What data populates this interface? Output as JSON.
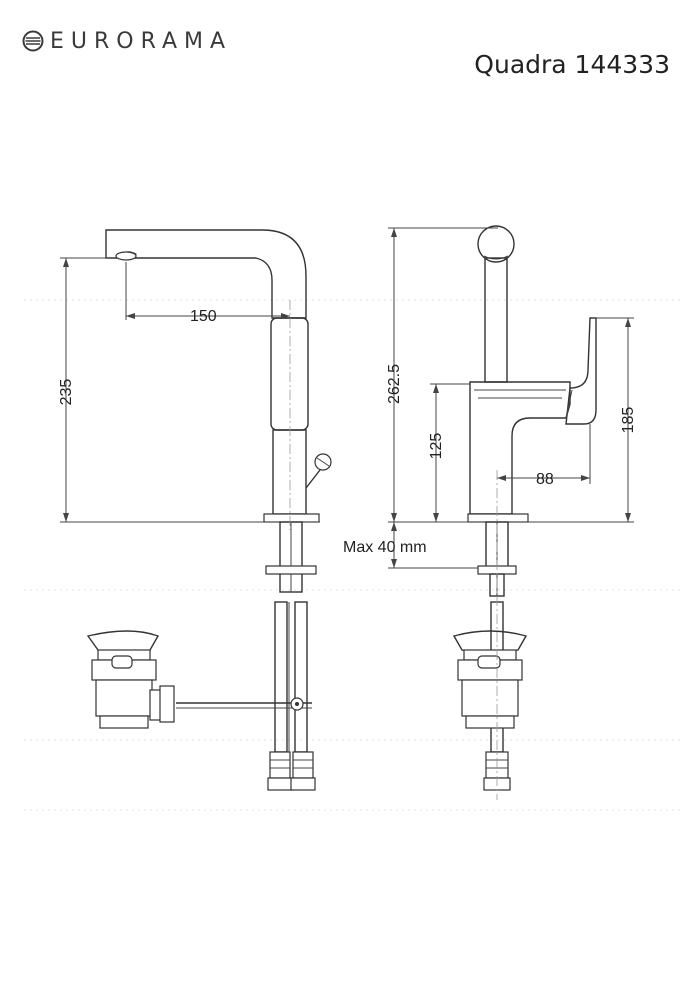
{
  "header": {
    "brand": "EURORAMA",
    "model": "Quadra 144333"
  },
  "dimensions": {
    "height_front": "235",
    "spout_reach": "150",
    "height_side": "262.5",
    "spout_height": "125",
    "lever_height": "185",
    "body_depth": "88",
    "max_thickness": "Max 40 mm"
  },
  "icons": {
    "brand_logo": "eurorama-logo-icon"
  }
}
